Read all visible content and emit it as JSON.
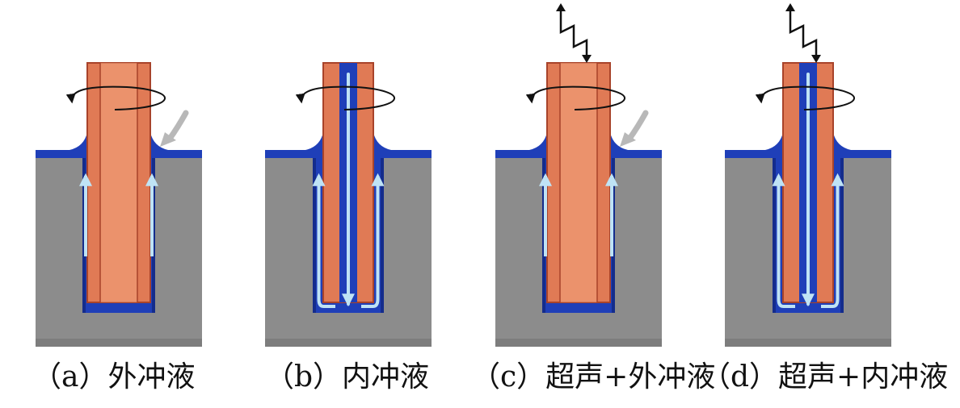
{
  "panels": [
    {
      "id": "a",
      "caption": "（a）外冲液",
      "flushing": "external",
      "ultrasonic": false
    },
    {
      "id": "b",
      "caption": "（b）内冲液",
      "flushing": "internal",
      "ultrasonic": false
    },
    {
      "id": "c",
      "caption": "（c）超声+外冲液",
      "flushing": "external",
      "ultrasonic": true
    },
    {
      "id": "d",
      "caption": "（d）超声+内冲液",
      "flushing": "internal",
      "ultrasonic": true
    }
  ],
  "colors": {
    "workpiece": "#8c8c8c",
    "workpiece_shadow": "#6e6e6e",
    "dielectric": "#1f3fb8",
    "dielectric_dark": "#142c8c",
    "electrode": "#e07a55",
    "electrode_edge": "#a8432a",
    "electrode_light": "#f2a17c",
    "flow_arrow": "#bfe3f5",
    "rotation_arrow": "#111111",
    "inlet_arrow": "#b8b8b8"
  }
}
